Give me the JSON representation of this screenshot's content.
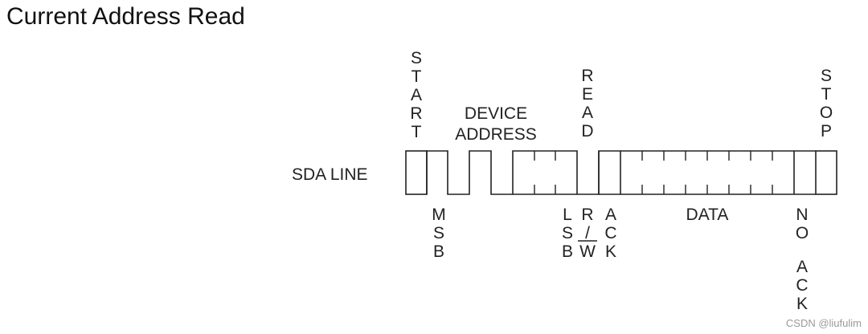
{
  "title": "Current Address Read",
  "signal_label": "SDA LINE",
  "labels_top": {
    "start": "START",
    "device_address_line1": "DEVICE",
    "device_address_line2": "ADDRESS",
    "read": "READ",
    "stop": "STOP"
  },
  "labels_bottom": {
    "msb": "MSB",
    "lsb": "LSB",
    "rw_top": "R",
    "rw_slash": "/",
    "rw_bottom": "W",
    "ack": "ACK",
    "data": "DATA",
    "no": "NO",
    "no_ack": "ACK"
  },
  "watermark": "CSDN @liufulim",
  "colors": {
    "line": "#222222",
    "text": "#222222"
  }
}
